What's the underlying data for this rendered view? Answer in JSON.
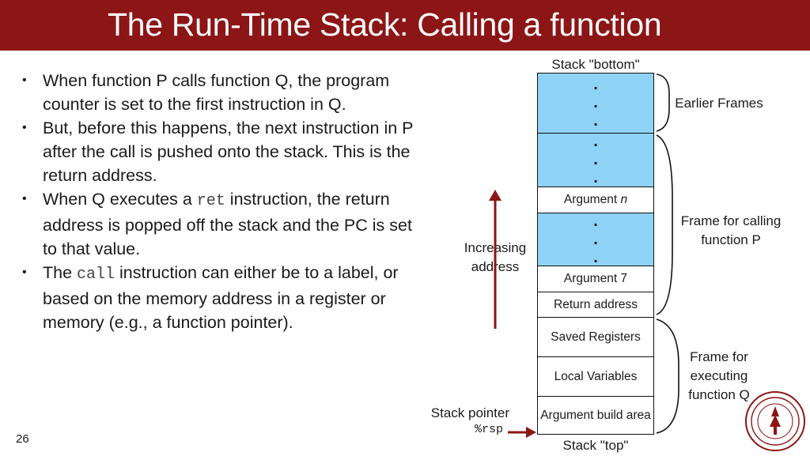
{
  "slide": {
    "title": "The Run-Time Stack: Calling a function",
    "page_number": "26"
  },
  "bullets": [
    {
      "before": "When function P calls function Q, the program counter is set to the first instruction in Q."
    },
    {
      "before": "But, before this happens, the next instruction in P after the call is pushed onto the stack. This is the return address."
    },
    {
      "before": "When Q executes a ",
      "code": "ret",
      "after": " instruction, the return address is popped off the stack and the PC is set to that value."
    },
    {
      "before": "The ",
      "code": "call",
      "after": " instruction can either be to a label, or based on the memory address in a register or memory (e.g., a function pointer)."
    }
  ],
  "diagram": {
    "stack_bottom_label": "Stack \"bottom\"",
    "stack_top_label": "Stack \"top\"",
    "increasing_address_label": "Increasing address",
    "stack_pointer_label": "Stack pointer",
    "stack_pointer_register": "%rsp",
    "cells": {
      "argument_n_prefix": "Argument ",
      "argument_n_var": "n",
      "argument_7": "Argument 7",
      "return_address": "Return address",
      "saved_registers": "Saved Registers",
      "local_variables": "Local Variables",
      "argument_build_area": "Argument build area"
    },
    "frames": {
      "earlier_frames": "Earlier Frames",
      "frame_calling": "Frame for calling function P",
      "frame_executing": "Frame for executing function Q"
    },
    "colors": {
      "header": "#8c1515",
      "cell_blue": "#8ed2f5",
      "arrow": "#8c1515"
    }
  }
}
